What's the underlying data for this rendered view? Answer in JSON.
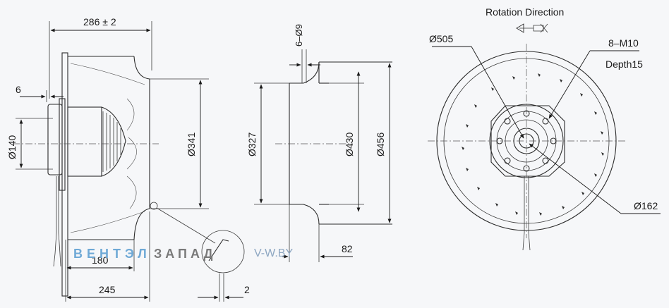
{
  "header": {
    "rotation_label": "Rotation  Direction"
  },
  "side_view": {
    "overall_length": "286 ± 2",
    "flange_thickness": "6",
    "motor_diameter": "Ø140",
    "wheel_diameter": "Ø341",
    "base_dim_180": "180",
    "base_dim_245": "245",
    "detail_dim_2": "2"
  },
  "section_view": {
    "gap": "6–Ø9",
    "inlet_diameter": "Ø327",
    "inner_diameter": "Ø430",
    "outer_diameter": "Ø456",
    "width": "82"
  },
  "front_view": {
    "outer_circle": "Ø505",
    "bolt_spec": "8–M10",
    "bolt_depth": "Depth15",
    "bolt_circle": "Ø162"
  },
  "watermark": {
    "part_a": "ВЕНТЭЛ",
    "part_b": "ЗАПАД",
    "part_c": "V-W.BY"
  },
  "colors": {
    "line": "#2b2b2b",
    "watermark_blue": "#6fa9d6",
    "watermark_gray": "#7a7a7a"
  }
}
